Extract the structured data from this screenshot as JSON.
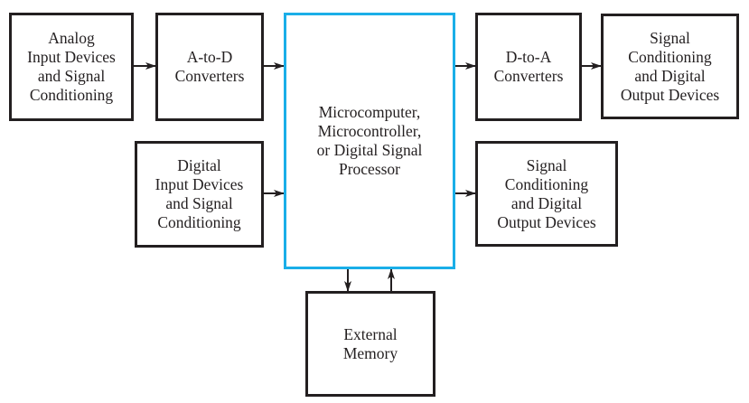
{
  "diagram": {
    "title": "",
    "colors": {
      "stroke": "#231f20",
      "processor_border": "#1aaee8",
      "background": "#ffffff"
    },
    "nodes": {
      "analog_input": {
        "label": "Analog\nInput Devices\nand Signal\nConditioning"
      },
      "a_to_d": {
        "label": "A-to-D\nConverters"
      },
      "processor": {
        "label": "Microcomputer,\nMicrocontroller,\nor Digital Signal\nProcessor"
      },
      "d_to_a": {
        "label": "D-to-A\nConverters"
      },
      "analog_output": {
        "label": "Signal\nConditioning\nand Digital\nOutput Devices"
      },
      "digital_input": {
        "label": "Digital\nInput Devices\nand Signal\nConditioning"
      },
      "digital_output": {
        "label": "Signal\nConditioning\nand Digital\nOutput Devices"
      },
      "memory": {
        "label": "External\nMemory"
      }
    },
    "edges": [
      {
        "from": "analog_input",
        "to": "a_to_d"
      },
      {
        "from": "a_to_d",
        "to": "processor"
      },
      {
        "from": "digital_input",
        "to": "processor"
      },
      {
        "from": "processor",
        "to": "d_to_a"
      },
      {
        "from": "d_to_a",
        "to": "analog_output"
      },
      {
        "from": "processor",
        "to": "digital_output"
      },
      {
        "from": "processor",
        "to": "memory"
      },
      {
        "from": "memory",
        "to": "processor"
      }
    ]
  }
}
